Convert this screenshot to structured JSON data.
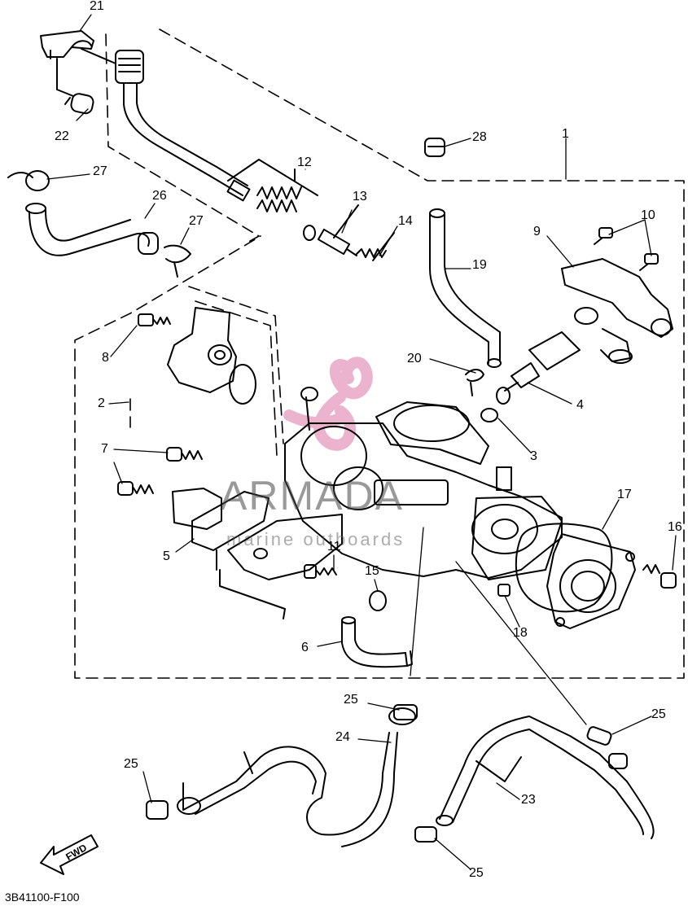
{
  "watermark": {
    "title": "ARMADA",
    "subtitle": "marine outboards",
    "logo_color": "#e8a6c6",
    "text_color": "#555555"
  },
  "fwd_label": "FWD",
  "diagram_code": "3B41100-F100",
  "callouts": {
    "c1": "1",
    "c2": "2",
    "c3": "3",
    "c4": "4",
    "c5": "5",
    "c6": "6",
    "c7": "7",
    "c8": "8",
    "c9": "9",
    "c10": "10",
    "c11": "11",
    "c12": "12",
    "c13": "13",
    "c14": "14",
    "c15": "15",
    "c16": "16",
    "c17": "17",
    "c18": "18",
    "c19": "19",
    "c20": "20",
    "c21": "21",
    "c22": "22",
    "c23": "23",
    "c24": "24",
    "c25a": "25",
    "c25b": "25",
    "c25c": "25",
    "c25d": "25",
    "c26": "26",
    "c27a": "27",
    "c27b": "27",
    "c28": "28"
  }
}
